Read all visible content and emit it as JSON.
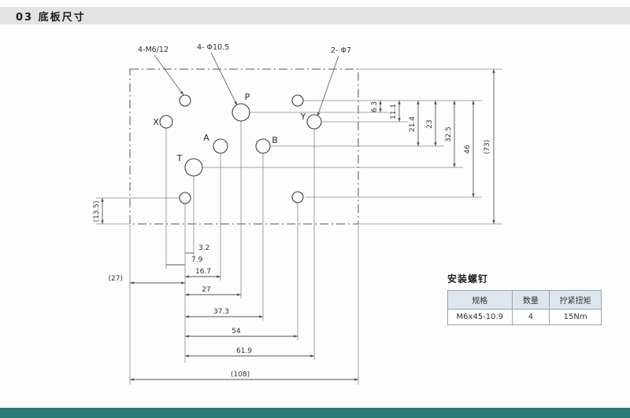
{
  "header": {
    "title": "03 底板尺寸"
  },
  "drawing": {
    "callouts": {
      "m6": "4-M6/12",
      "phi105": "4- Φ10.5",
      "phi7": "2- Φ7"
    },
    "ports": {
      "p": "P",
      "a": "A",
      "b": "B",
      "t": "T",
      "x": "X",
      "y": "Y"
    },
    "dims": {
      "bottom": [
        "3.2",
        "7.9",
        "16.7",
        "27",
        "37.3",
        "54",
        "61.9",
        "(108)"
      ],
      "left_horizontal": "(27)",
      "left_vertical": "(13.5)",
      "right": [
        "6.3",
        "11.1",
        "21.4",
        "23",
        "32.5",
        "46",
        "(73)"
      ]
    }
  },
  "table": {
    "title": "安装螺钉",
    "headers": [
      "规格",
      "数量",
      "拧紧扭矩"
    ],
    "rows": [
      [
        "M6x45-10.9",
        "4",
        "15Nm"
      ]
    ]
  },
  "colors": {
    "accent_bar": "#2a7a77",
    "header_band": "#e3e3e3",
    "table_header_bg": "#dce6ee"
  }
}
